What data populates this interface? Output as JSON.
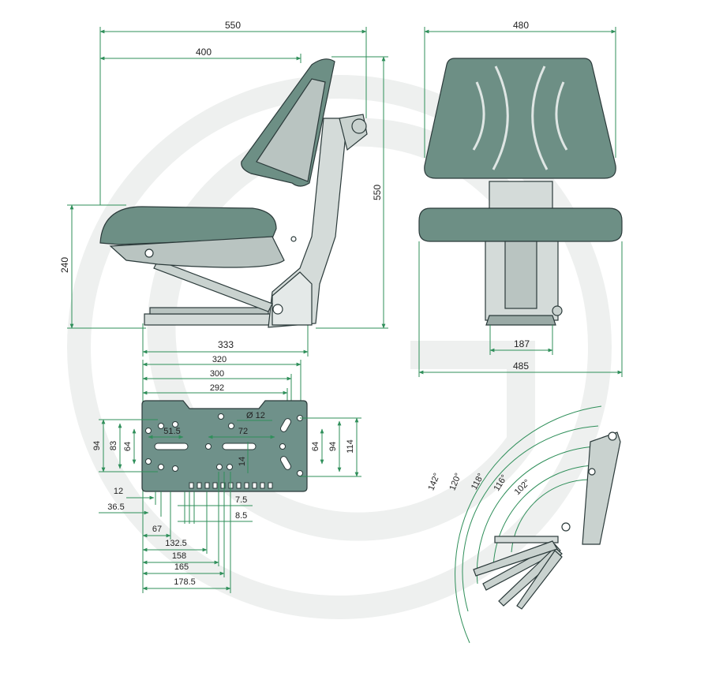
{
  "colors": {
    "dimension": "#2f8f5a",
    "seat": "#6d8f85",
    "frame": "#d4dbd9",
    "outline": "#2b3a3a",
    "watermark": "#eef0ef"
  },
  "side_view": {
    "overall_width": "550",
    "backrest_depth": "400",
    "overall_height": "550",
    "seat_height": "240",
    "rail_length": "333"
  },
  "front_view": {
    "backrest_width": "480",
    "base_width": "187",
    "cushion_width": "485"
  },
  "base_plate": {
    "top_dims": [
      "320",
      "300",
      "292"
    ],
    "hole_diameter": "Ø 12",
    "dim_51_5": "51.5",
    "dim_72": "72",
    "dim_14": "14",
    "left_dims": [
      "94",
      "83",
      "64"
    ],
    "right_dims": [
      "64",
      "94",
      "114"
    ],
    "dim_12": "12",
    "dim_36_5": "36.5",
    "dim_7_5": "7.5",
    "dim_8_5": "8.5",
    "bottom_dims": [
      "67",
      "132.5",
      "158",
      "165",
      "178.5"
    ]
  },
  "angle_view": {
    "angles": [
      "142°",
      "120°",
      "118°",
      "116°",
      "102°"
    ]
  }
}
